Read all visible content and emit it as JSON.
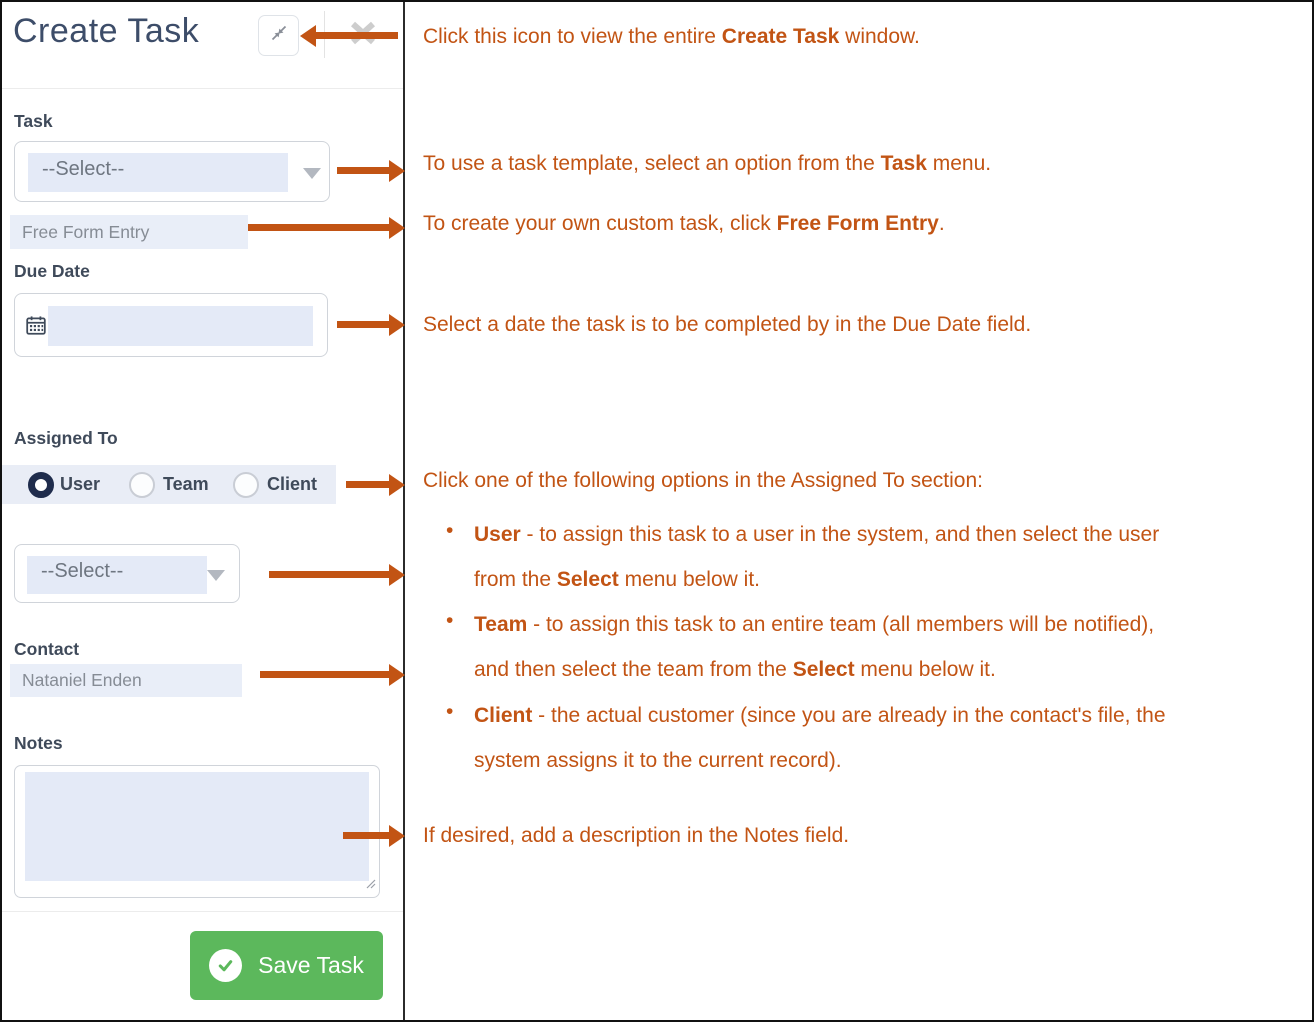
{
  "colors": {
    "annotation_orange": "#c25414",
    "title_navy": "#3d4d69",
    "label_slate": "#3f4a5a",
    "field_highlight_blue": "#e4eaf7",
    "field_text_gray": "#868c95",
    "save_green": "#5cb85c",
    "radio_selected_navy": "#1f2c4c"
  },
  "panel": {
    "title": "Create Task",
    "task_label": "Task",
    "task_select_value": "--Select--",
    "free_form_entry_label": "Free Form Entry",
    "due_date_label": "Due Date",
    "due_date_value": "",
    "assigned_to_label": "Assigned To",
    "radios": [
      {
        "label": "User",
        "selected": true
      },
      {
        "label": "Team",
        "selected": false
      },
      {
        "label": "Client",
        "selected": false
      }
    ],
    "assignee_select_value": "--Select--",
    "contact_label": "Contact",
    "contact_value": "Nataniel Enden",
    "notes_label": "Notes",
    "notes_value": "",
    "save_button_label": "Save Task"
  },
  "icons": {
    "compress": "compress-diagonal-arrows",
    "close": "x-mark",
    "calendar": "calendar",
    "caret": "triangle-down",
    "check": "check-circle",
    "resize": "diagonal-resize-grip",
    "bullet": "•"
  },
  "annotations": {
    "header": [
      {
        "t": "Click this icon to view the entire "
      },
      {
        "t": "Create Task",
        "b": true
      },
      {
        "t": " window."
      }
    ],
    "task": [
      {
        "t": "To use a task template, select an option from the "
      },
      {
        "t": "Task",
        "b": true
      },
      {
        "t": " menu."
      }
    ],
    "free_form": [
      {
        "t": "To create your own custom task, click "
      },
      {
        "t": "Free Form Entry",
        "b": true
      },
      {
        "t": "."
      }
    ],
    "due_date": [
      {
        "t": "Select a date the task is to be completed by in the Due Date field."
      }
    ],
    "assigned_to": [
      {
        "t": "Click one of the following options in the Assigned To section:"
      }
    ],
    "bullets": [
      [
        {
          "t": "User",
          "b": true
        },
        {
          "t": " - to assign this task to a user in the system, and then select the user"
        },
        {
          "br": true
        },
        {
          "t": "from the "
        },
        {
          "t": "Select",
          "b": true
        },
        {
          "t": " menu below it."
        }
      ],
      [
        {
          "t": "Team",
          "b": true
        },
        {
          "t": " - to assign this task to an entire team (all members will be notified),"
        },
        {
          "br": true
        },
        {
          "t": " and then select the team from the "
        },
        {
          "t": "Select",
          "b": true
        },
        {
          "t": " menu below it."
        }
      ],
      [
        {
          "t": "Client",
          "b": true
        },
        {
          "t": " - the actual customer (since you are already in the contact's file, the"
        },
        {
          "br": true
        },
        {
          "t": "system assigns it to the current record)."
        }
      ]
    ],
    "notes": [
      {
        "t": "If desired, add a description in the Notes field."
      }
    ]
  }
}
